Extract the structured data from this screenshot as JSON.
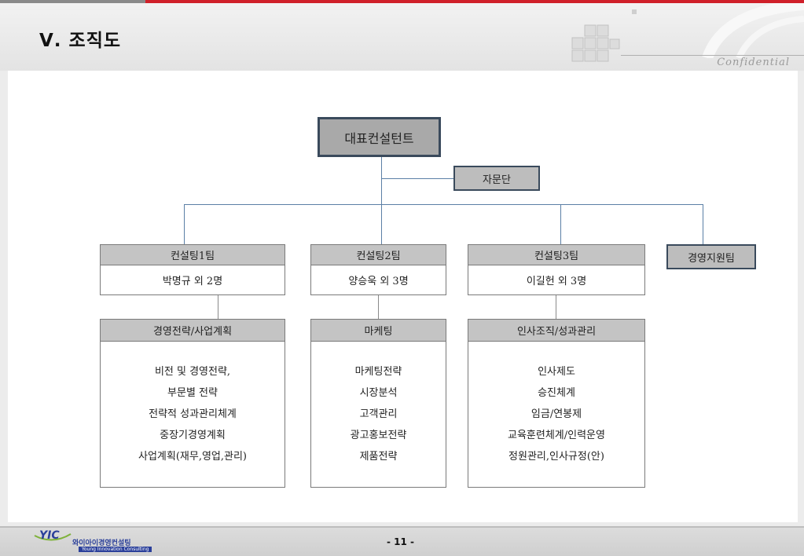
{
  "header": {
    "title": "Ⅴ. 조직도",
    "confidential": "Confidential"
  },
  "org": {
    "ceo": "대표컨설턴트",
    "advisory": "자문단",
    "support_team": "경영지원팀",
    "teams": [
      {
        "name": "컨설팅1팀",
        "members": "박명규 외 2명",
        "duty_title": "경영전략/사업계획",
        "duties": [
          "비전 및 경영전략,",
          "부문별 전략",
          "전략적 성과관리체계",
          "중장기경영계획",
          "사업계획(재무,영업,관리)"
        ]
      },
      {
        "name": "컨설팅2팀",
        "members": "양승욱 외 3명",
        "duty_title": "마케팅",
        "duties": [
          "마케팅전략",
          "시장분석",
          "고객관리",
          "광고홍보전략",
          "제품전략"
        ]
      },
      {
        "name": "컨설팅3팀",
        "members": "이길헌 외 3명",
        "duty_title": "인사조직/성과관리",
        "duties": [
          "인사제도",
          "승진체계",
          "임금/연봉제",
          "교육훈련체계/인력운영",
          "정원관리,인사규정(안)"
        ]
      }
    ]
  },
  "footer": {
    "logo_mark": "YIC",
    "logo_name": "와이아이경영컨설팅",
    "logo_sub": "Young Innovation Consulting",
    "page_number": "- 11 -"
  },
  "colors": {
    "connector": "#5b7fa6",
    "accent_red": "#d0202a",
    "box_gray": "#c4c4c4",
    "logo_blue": "#2a3f9a"
  }
}
